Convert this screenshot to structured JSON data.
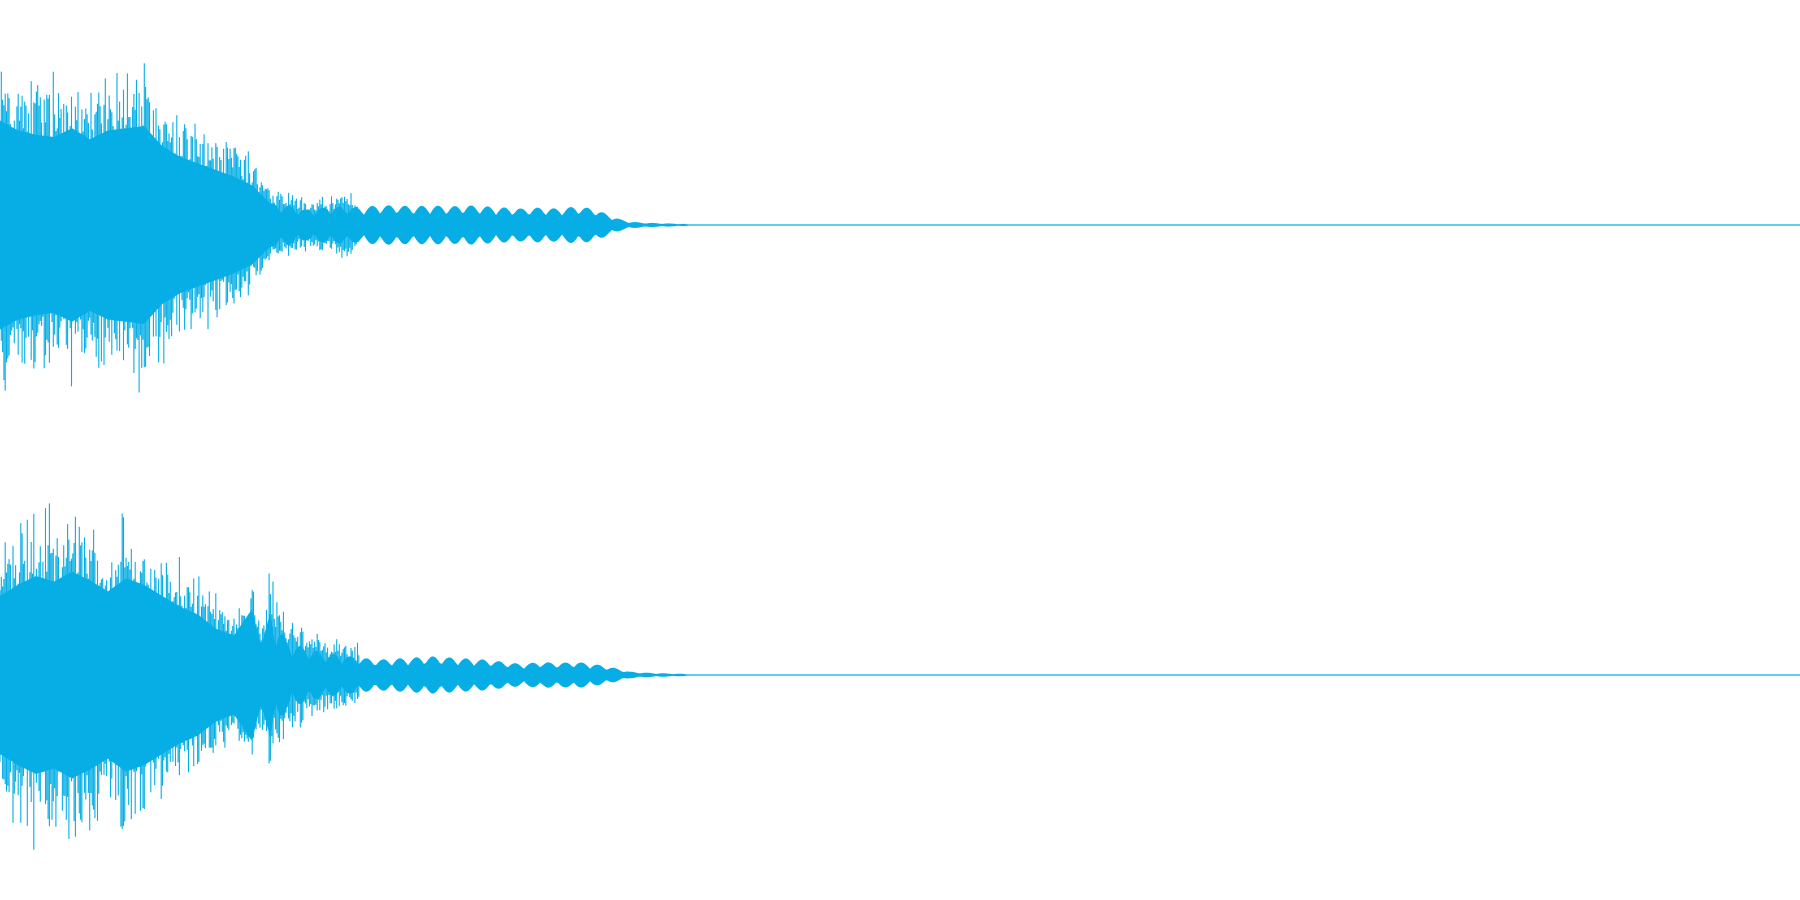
{
  "waveform": {
    "color": "#06aee5",
    "background": "#ffffff",
    "channels": [
      {
        "name": "",
        "envelope": [
          [
            0.0,
            0.95
          ],
          [
            0.01,
            0.86
          ],
          [
            0.02,
            0.82
          ],
          [
            0.03,
            0.8
          ],
          [
            0.04,
            0.88
          ],
          [
            0.05,
            0.78
          ],
          [
            0.06,
            0.86
          ],
          [
            0.07,
            0.88
          ],
          [
            0.08,
            0.9
          ],
          [
            0.09,
            0.72
          ],
          [
            0.1,
            0.62
          ],
          [
            0.11,
            0.56
          ],
          [
            0.12,
            0.5
          ],
          [
            0.13,
            0.44
          ],
          [
            0.14,
            0.36
          ],
          [
            0.145,
            0.28
          ],
          [
            0.15,
            0.2
          ],
          [
            0.16,
            0.18
          ],
          [
            0.17,
            0.14
          ],
          [
            0.18,
            0.16
          ],
          [
            0.19,
            0.17
          ],
          [
            0.2,
            0.16
          ],
          [
            0.21,
            0.18
          ],
          [
            0.22,
            0.18
          ],
          [
            0.23,
            0.17
          ],
          [
            0.24,
            0.18
          ],
          [
            0.25,
            0.17
          ],
          [
            0.26,
            0.18
          ],
          [
            0.27,
            0.17
          ],
          [
            0.28,
            0.16
          ],
          [
            0.29,
            0.15
          ],
          [
            0.3,
            0.16
          ],
          [
            0.31,
            0.15
          ],
          [
            0.32,
            0.17
          ],
          [
            0.33,
            0.15
          ],
          [
            0.34,
            0.08
          ],
          [
            0.345,
            0.05
          ],
          [
            0.35,
            0.03
          ],
          [
            0.36,
            0.02
          ],
          [
            0.37,
            0.015
          ],
          [
            0.38,
            0.01
          ],
          [
            0.385,
            0.0
          ]
        ]
      },
      {
        "name": "",
        "envelope": [
          [
            0.0,
            0.72
          ],
          [
            0.01,
            0.82
          ],
          [
            0.02,
            0.9
          ],
          [
            0.03,
            0.85
          ],
          [
            0.04,
            0.94
          ],
          [
            0.05,
            0.86
          ],
          [
            0.06,
            0.76
          ],
          [
            0.07,
            0.88
          ],
          [
            0.08,
            0.82
          ],
          [
            0.09,
            0.72
          ],
          [
            0.1,
            0.62
          ],
          [
            0.11,
            0.55
          ],
          [
            0.12,
            0.42
          ],
          [
            0.13,
            0.36
          ],
          [
            0.14,
            0.6
          ],
          [
            0.145,
            0.26
          ],
          [
            0.15,
            0.56
          ],
          [
            0.16,
            0.3
          ],
          [
            0.17,
            0.25
          ],
          [
            0.18,
            0.2
          ],
          [
            0.19,
            0.18
          ],
          [
            0.2,
            0.16
          ],
          [
            0.21,
            0.14
          ],
          [
            0.22,
            0.15
          ],
          [
            0.23,
            0.16
          ],
          [
            0.24,
            0.17
          ],
          [
            0.25,
            0.16
          ],
          [
            0.26,
            0.15
          ],
          [
            0.27,
            0.14
          ],
          [
            0.28,
            0.12
          ],
          [
            0.29,
            0.1
          ],
          [
            0.3,
            0.12
          ],
          [
            0.31,
            0.11
          ],
          [
            0.32,
            0.12
          ],
          [
            0.33,
            0.1
          ],
          [
            0.34,
            0.07
          ],
          [
            0.345,
            0.05
          ],
          [
            0.35,
            0.03
          ],
          [
            0.36,
            0.02
          ],
          [
            0.37,
            0.015
          ],
          [
            0.38,
            0.01
          ],
          [
            0.385,
            0.0
          ]
        ]
      }
    ]
  }
}
